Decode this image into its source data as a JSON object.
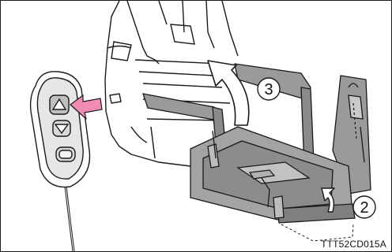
{
  "illustration": {
    "callouts": [
      "3",
      "2"
    ],
    "caption_code": "TTT52CD015A"
  },
  "colors": {
    "line": "#1a1a1a",
    "lift_fill": "#9a9a9a",
    "lift_dark": "#7f7f7f",
    "lift_light": "#c9c9c9",
    "press_arrow": "#f08cb4",
    "background": "#ffffff"
  },
  "icons": [
    "remote-control-icon",
    "press-arrow-icon",
    "lift-arrow-icon"
  ]
}
